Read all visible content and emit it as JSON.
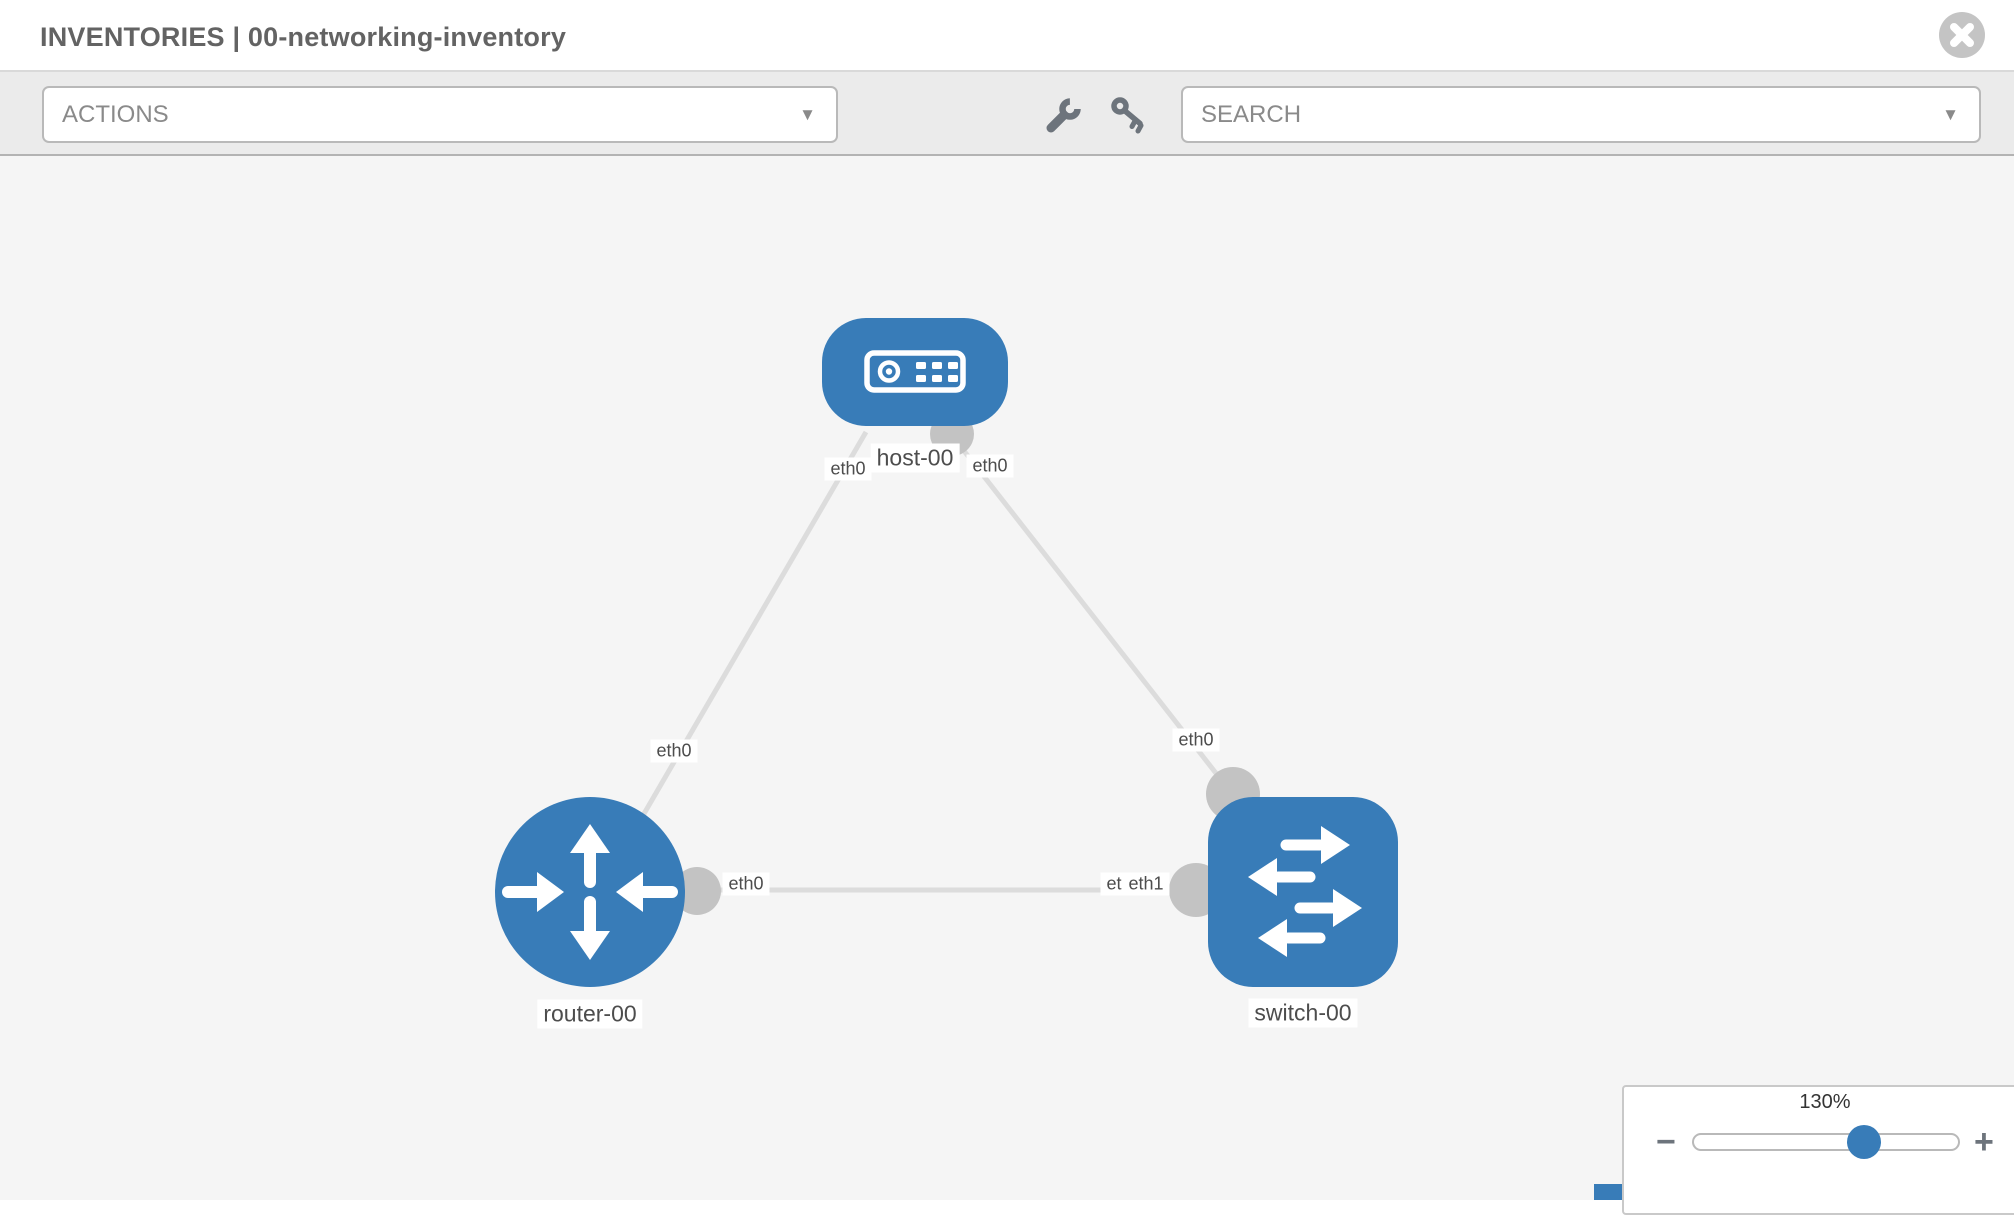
{
  "header": {
    "title": "INVENTORIES | 00-networking-inventory"
  },
  "toolbar": {
    "actions_dropdown": {
      "value": "ACTIONS"
    },
    "search_dropdown": {
      "placeholder": "SEARCH"
    },
    "caret_glyph": "▼",
    "tool_icons": [
      "wrench-icon",
      "key-icon"
    ]
  },
  "topology": {
    "nodes": [
      {
        "id": "host-00",
        "type": "host",
        "label": "host-00"
      },
      {
        "id": "router-00",
        "type": "router",
        "label": "router-00"
      },
      {
        "id": "switch-00",
        "type": "switch",
        "label": "switch-00"
      }
    ],
    "port_labels": {
      "host_eth_left": "eth0",
      "host_eth_right": "eth0",
      "router_link_host": "eth0",
      "switch_link_host": "eth0",
      "router_link_switch": "eth0",
      "switch_link_router_back": "eth0",
      "switch_link_router_front": "eth1"
    },
    "links": [
      {
        "from": "host-00",
        "from_port": "eth0",
        "to": "router-00",
        "to_port": "eth0"
      },
      {
        "from": "host-00",
        "from_port": "eth0",
        "to": "switch-00",
        "to_port": "eth0"
      },
      {
        "from": "router-00",
        "from_port": "eth0",
        "to": "switch-00",
        "to_port": "eth1"
      }
    ]
  },
  "zoom_control": {
    "level": "130%",
    "minus_glyph": "−",
    "plus_glyph": "+"
  },
  "colors": {
    "node_blue": "#387cb8",
    "link_gray": "#dcdcdc",
    "iface_gray": "#c3c3c3",
    "canvas_bg": "#f5f5f5",
    "toolbar_bg": "#ebebeb",
    "toolbar_border": "#b3b3b3",
    "header_border": "#d9d9d9",
    "control_border": "#b9b9b9",
    "panel_border": "#c9c9c9",
    "title_gray": "#636363",
    "control_text": "#8a8a8a",
    "icon_gray": "#6d747c",
    "label_text": "#4d4d4d",
    "close_gray": "#c4c4c4"
  }
}
